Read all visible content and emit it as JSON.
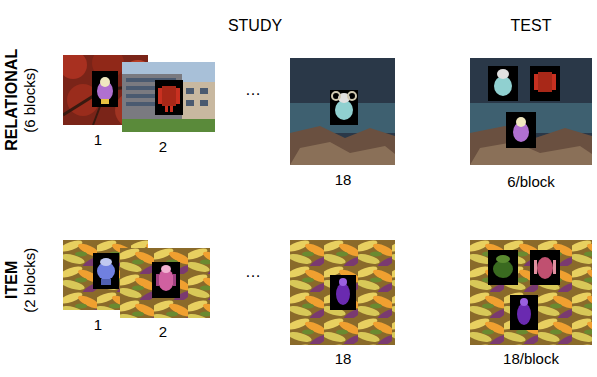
{
  "diagram": {
    "labels": [
      "STUDY",
      "TEST",
      "RELATIONAL",
      "(6 blocks)",
      "1",
      "2",
      "…",
      "18",
      "6/block",
      "ITEM",
      "(2 blocks)",
      "1",
      "2",
      "…",
      "18",
      "18/block"
    ]
  }
}
